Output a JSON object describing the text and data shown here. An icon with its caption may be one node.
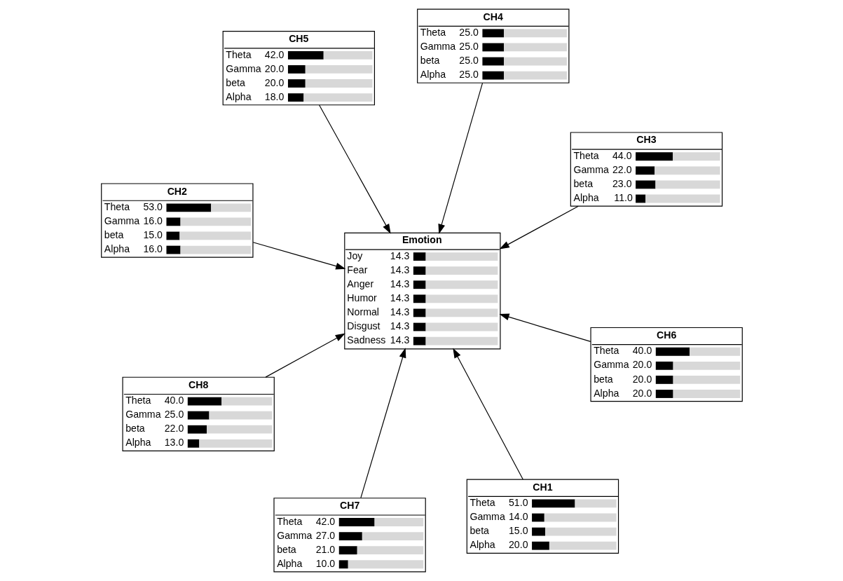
{
  "diagram": {
    "nodes": [
      {
        "text": [
          "CH2",
          "Theta",
          "53.0",
          "Gamma",
          "16.0",
          "beta",
          "15.0",
          "Alpha",
          "16.0"
        ]
      },
      {
        "text": [
          "CH3",
          "Theta",
          "44.0",
          "Gamma",
          "22.0",
          "beta",
          "23.0",
          "Alpha",
          "11.0"
        ]
      },
      {
        "text": [
          "CH1",
          "Theta",
          "51.0",
          "Gamma",
          "14.0",
          "beta",
          "15.0",
          "Alpha",
          "20.0"
        ]
      },
      {
        "text": [
          "CH4",
          "Theta",
          "25.0",
          "Gamma",
          "25.0",
          "beta",
          "25.0",
          "Alpha",
          "25.0"
        ]
      },
      {
        "text": [
          "Emotion",
          "Joy",
          "14.3",
          "Fear",
          "14.3",
          "Anger",
          "14.3",
          "Humor",
          "14.3",
          "Normal",
          "14.3",
          "Disgust",
          "14.3",
          "Sadness",
          "14.3"
        ]
      },
      {
        "text": [
          "CH5",
          "Theta",
          "42.0",
          "Gamma",
          "20.0",
          "beta",
          "20.0",
          "Alpha",
          "18.0"
        ]
      },
      {
        "text": [
          "CH8",
          "Theta",
          "40.0",
          "Gamma",
          "25.0",
          "beta",
          "22.0",
          "Alpha",
          "13.0"
        ]
      },
      {
        "text": [
          "CH6",
          "Theta",
          "40.0",
          "Gamma",
          "20.0",
          "beta",
          "20.0",
          "Alpha",
          "20.0"
        ]
      },
      {
        "text": [
          "CH7",
          "Theta",
          "42.0",
          "Gamma",
          "27.0",
          "beta",
          "21.0",
          "Alpha",
          "10.0"
        ]
      }
    ],
    "edges": [
      {
        "from": 0,
        "to": 4,
        "arrow": "to"
      },
      {
        "from": 1,
        "to": 4,
        "arrow": "to"
      },
      {
        "from": 2,
        "to": 4,
        "arrow": "to"
      },
      {
        "from": 3,
        "to": 4,
        "arrow": "to"
      },
      {
        "from": 5,
        "to": 4,
        "arrow": "to"
      },
      {
        "from": 6,
        "to": 4,
        "arrow": "to"
      },
      {
        "from": 7,
        "to": 4,
        "arrow": "to"
      },
      {
        "from": 8,
        "to": 4,
        "arrow": "to"
      }
    ]
  }
}
